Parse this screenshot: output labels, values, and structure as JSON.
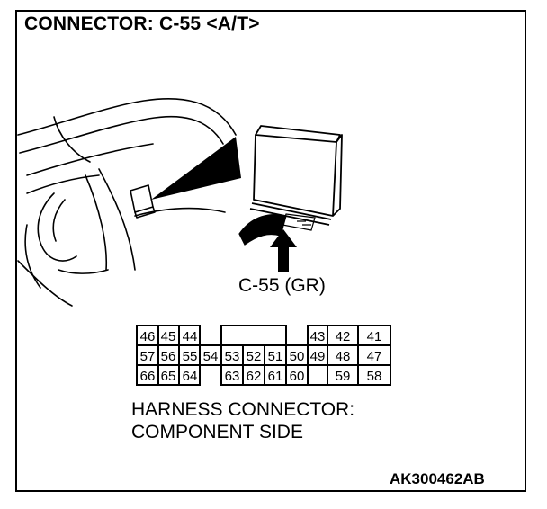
{
  "title": "CONNECTOR: C-55 <A/T>",
  "connector_label": "C-55 (GR)",
  "harness_caption": [
    "HARNESS CONNECTOR:",
    "COMPONENT SIDE"
  ],
  "reference_code": "AK300462AB",
  "pins": {
    "block_left_row1": [
      "46",
      "45",
      "44"
    ],
    "block_left_row2": [
      "57",
      "56",
      "55",
      "54"
    ],
    "block_left_row3": [
      "66",
      "65",
      "64"
    ],
    "block_mid_row2": [
      "53",
      "52",
      "51",
      "50"
    ],
    "block_mid_row3": [
      "63",
      "62",
      "61",
      "60"
    ],
    "block_right_row1": [
      "43",
      "42",
      "41"
    ],
    "block_right_row2": [
      "49",
      "48",
      "47"
    ],
    "block_right_row3": [
      "59",
      "58"
    ]
  }
}
